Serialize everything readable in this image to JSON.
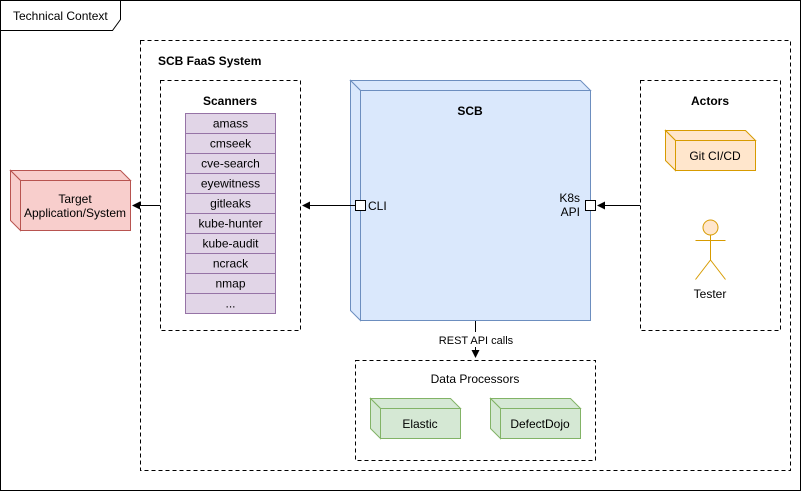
{
  "frame": {
    "title": "Technical Context"
  },
  "system": {
    "title": "SCB FaaS System"
  },
  "scanners": {
    "title": "Scanners",
    "items": [
      "amass",
      "cmseek",
      "cve-search",
      "eyewitness",
      "gitleaks",
      "kube-hunter",
      "kube-audit",
      "ncrack",
      "nmap",
      "..."
    ],
    "fill_color": "#e1d5e7",
    "stroke_color": "#9673a6"
  },
  "target": {
    "line1": "Target",
    "line2": "Application/System",
    "fill_color": "#f8cecc",
    "stroke_color": "#b85450"
  },
  "scb": {
    "title": "SCB",
    "cli_label": "CLI",
    "k8s_label_line1": "K8s",
    "k8s_label_line2": "API",
    "fill_color": "#dae8fc",
    "stroke_color": "#6c8ebf"
  },
  "actors": {
    "title": "Actors",
    "gitci": {
      "label": "Git CI/CD",
      "fill_color": "#ffe6cc",
      "stroke_color": "#d79b00"
    },
    "tester": {
      "label": "Tester",
      "fill_color": "#ffe6cc",
      "stroke_color": "#d79b00"
    }
  },
  "rest_label": "REST API calls",
  "processors": {
    "title": "Data Processors",
    "items": [
      "Elastic",
      "DefectDojo"
    ],
    "fill_color": "#d5e8d4",
    "stroke_color": "#82b366"
  }
}
